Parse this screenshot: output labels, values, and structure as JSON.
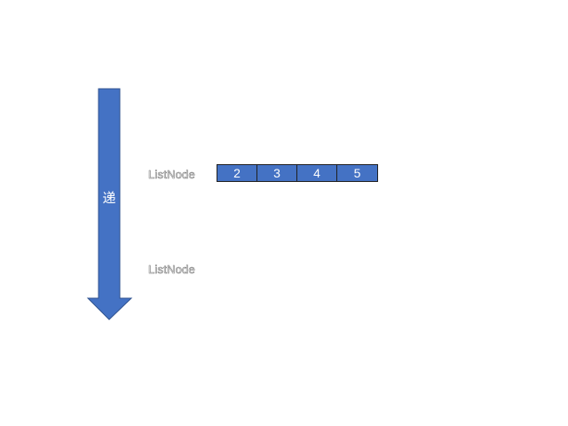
{
  "arrow": {
    "label": "递",
    "fill": "#4472c4",
    "stroke": "#2f528f"
  },
  "rows": [
    {
      "label": "ListNode",
      "values": [
        "2",
        "3",
        "4",
        "5"
      ]
    },
    {
      "label": "ListNode",
      "values": []
    }
  ],
  "colors": {
    "cell_fill": "#4472c4",
    "cell_text": "#ffffff",
    "cell_border": "#1f1f1f",
    "label_outline": "#7a7a7a"
  }
}
